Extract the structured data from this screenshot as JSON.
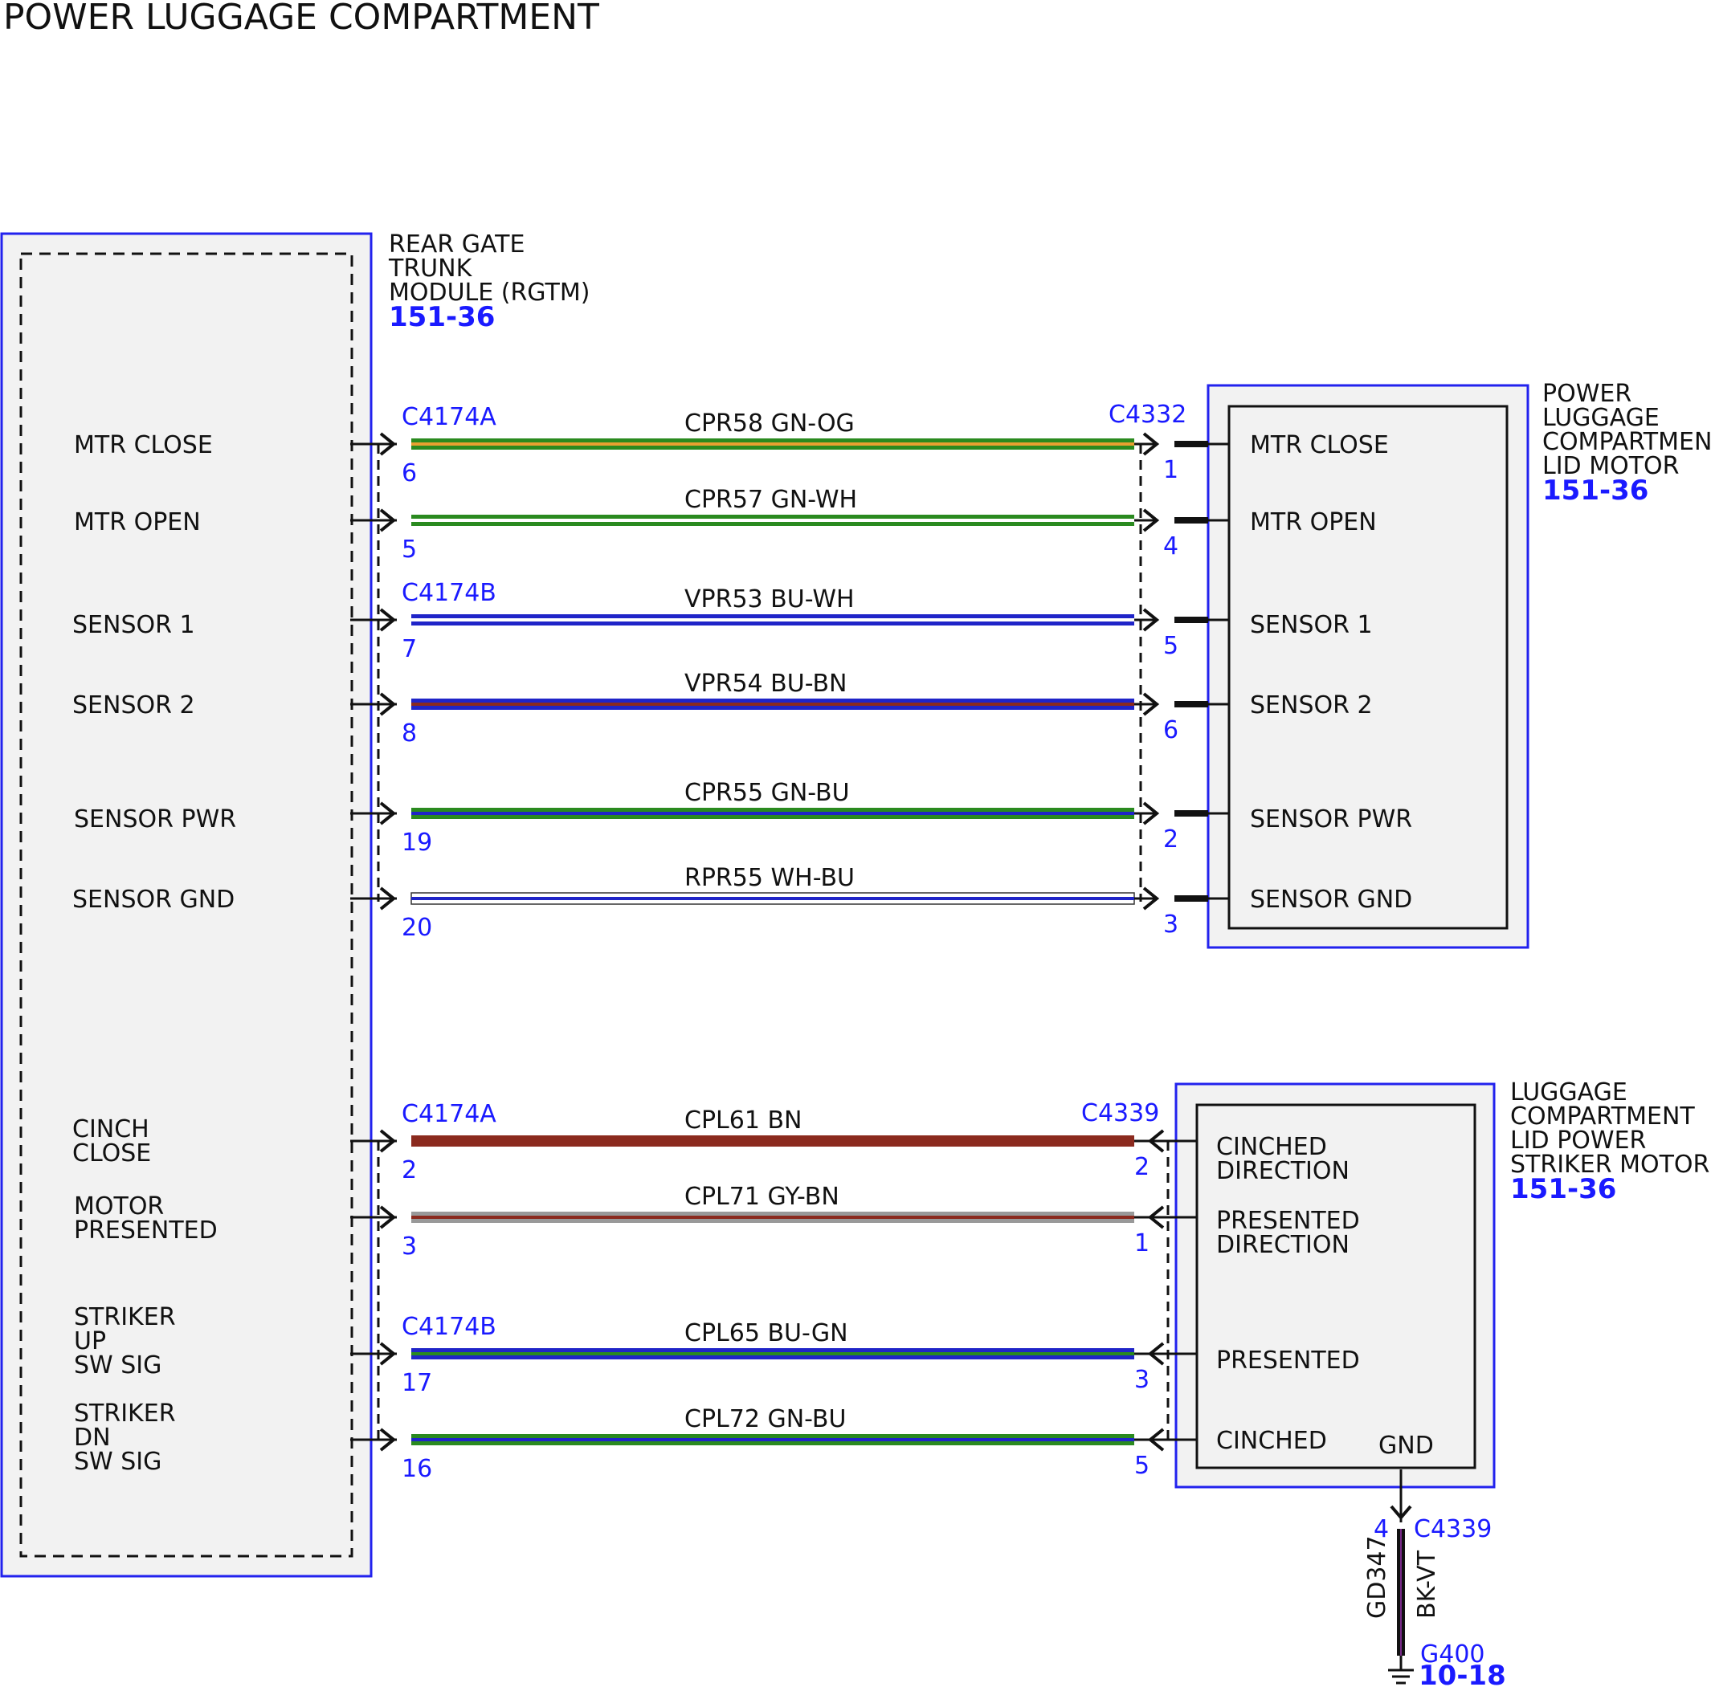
{
  "title": "POWER LUGGAGE COMPARTMENT",
  "colors": {
    "module_border": "#2222ee",
    "module_fill": "#f2f2f2",
    "connector_text": "#1a1aff",
    "wire": {
      "GN-OG": [
        "#2a8a1f",
        "#e8a030"
      ],
      "GN-WH": [
        "#2a8a1f",
        "#ffffff"
      ],
      "BU-WH": [
        "#1f24c8",
        "#ffffff"
      ],
      "BU-BN": [
        "#1f24c8",
        "#8b2a1e"
      ],
      "GN-BU": [
        "#2a8a1f",
        "#1f24c8"
      ],
      "WH-BU": [
        "#ffffff",
        "#1f24c8"
      ],
      "BN": [
        "#8b2a1e",
        "#8b2a1e"
      ],
      "GY-BN": [
        "#999999",
        "#8b2a1e"
      ],
      "BU-GN": [
        "#1f24c8",
        "#2a8a1f"
      ]
    }
  },
  "rgtm": {
    "name_lines": [
      "REAR GATE",
      "TRUNK",
      "MODULE (RGTM)"
    ],
    "ref": "151-36",
    "pins": [
      {
        "lines": [
          "MTR CLOSE"
        ]
      },
      {
        "lines": [
          "MTR OPEN"
        ]
      },
      {
        "lines": [
          "SENSOR 1"
        ]
      },
      {
        "lines": [
          "SENSOR 2"
        ]
      },
      {
        "lines": [
          "SENSOR PWR"
        ]
      },
      {
        "lines": [
          "SENSOR GND"
        ]
      },
      {
        "lines": [
          "CINCH",
          "CLOSE"
        ]
      },
      {
        "lines": [
          "MOTOR",
          "PRESENTED"
        ]
      },
      {
        "lines": [
          "STRIKER",
          "UP",
          "SW SIG"
        ]
      },
      {
        "lines": [
          "STRIKER",
          "DN",
          "SW SIG"
        ]
      }
    ]
  },
  "lid_motor": {
    "name_lines": [
      "POWER",
      "LUGGAGE",
      "COMPARTMENT",
      "LID MOTOR"
    ],
    "ref": "151-36",
    "connector": "C4332",
    "pins": [
      "MTR CLOSE",
      "MTR OPEN",
      "SENSOR 1",
      "SENSOR 2",
      "SENSOR PWR",
      "SENSOR GND"
    ]
  },
  "striker_motor": {
    "name_lines": [
      "LUGGAGE",
      "COMPARTMENT",
      "LID POWER",
      "STRIKER MOTOR"
    ],
    "ref": "151-36",
    "connector": "C4339",
    "pins": [
      {
        "lines": [
          "CINCHED",
          "DIRECTION"
        ]
      },
      {
        "lines": [
          "PRESENTED",
          "DIRECTION"
        ]
      },
      {
        "lines": [
          "PRESENTED"
        ]
      },
      {
        "lines": [
          "CINCHED"
        ]
      }
    ],
    "gnd_label": "GND"
  },
  "circuits": [
    {
      "circuit": "CPR58",
      "color": "GN-OG",
      "left_connector": "C4174A",
      "left_pin": "6",
      "right_pin": "1"
    },
    {
      "circuit": "CPR57",
      "color": "GN-WH",
      "left_connector": "",
      "left_pin": "5",
      "right_pin": "4"
    },
    {
      "circuit": "VPR53",
      "color": "BU-WH",
      "left_connector": "C4174B",
      "left_pin": "7",
      "right_pin": "5"
    },
    {
      "circuit": "VPR54",
      "color": "BU-BN",
      "left_connector": "",
      "left_pin": "8",
      "right_pin": "6"
    },
    {
      "circuit": "CPR55",
      "color": "GN-BU",
      "left_connector": "",
      "left_pin": "19",
      "right_pin": "2"
    },
    {
      "circuit": "RPR55",
      "color": "WH-BU",
      "left_connector": "",
      "left_pin": "20",
      "right_pin": "3"
    },
    {
      "circuit": "CPL61",
      "color": "BN",
      "left_connector": "C4174A",
      "left_pin": "2",
      "right_pin": "2"
    },
    {
      "circuit": "CPL71",
      "color": "GY-BN",
      "left_connector": "",
      "left_pin": "3",
      "right_pin": "1"
    },
    {
      "circuit": "CPL65",
      "color": "BU-GN",
      "left_connector": "C4174B",
      "left_pin": "17",
      "right_pin": "3"
    },
    {
      "circuit": "CPL72",
      "color": "GN-BU",
      "left_connector": "",
      "left_pin": "16",
      "right_pin": "5"
    }
  ],
  "ground": {
    "connector": "C4339",
    "pin": "4",
    "circuit": "GD347",
    "color": "BK-VT",
    "ground_point": "G400",
    "ref": "10-18"
  }
}
